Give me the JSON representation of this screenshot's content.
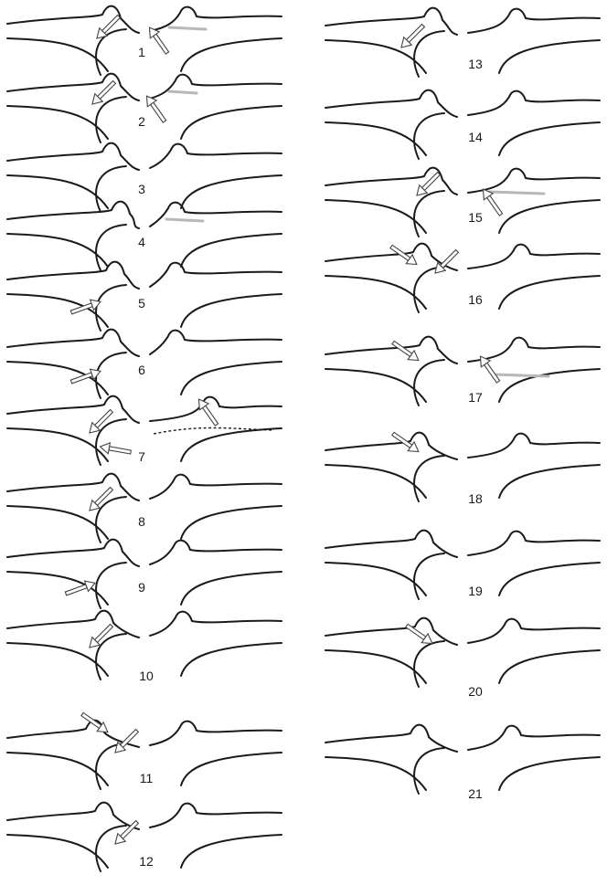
{
  "figure": {
    "panels": [
      {
        "label": "1"
      },
      {
        "label": "2"
      },
      {
        "label": "3"
      },
      {
        "label": "4"
      },
      {
        "label": "5"
      },
      {
        "label": "6"
      },
      {
        "label": "7"
      },
      {
        "label": "8"
      },
      {
        "label": "9"
      },
      {
        "label": "10"
      },
      {
        "label": "11"
      },
      {
        "label": "12"
      },
      {
        "label": "13"
      },
      {
        "label": "14"
      },
      {
        "label": "15"
      },
      {
        "label": "16"
      },
      {
        "label": "17"
      },
      {
        "label": "18"
      },
      {
        "label": "19"
      },
      {
        "label": "20"
      },
      {
        "label": "21"
      }
    ]
  },
  "colors": {
    "line": "#1a1a1a",
    "highlight_band": "#b8b8b8",
    "arrow_outline": "#444444"
  }
}
